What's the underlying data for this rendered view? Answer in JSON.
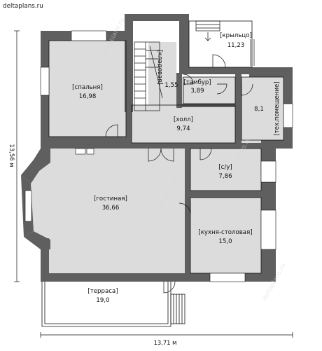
{
  "site": {
    "label": "deltaplans.ru"
  },
  "watermark": {
    "text": "deltaplans.ru"
  },
  "dimensions": {
    "width": "13,71 м",
    "height": "13,56 м"
  },
  "rooms": {
    "porch": {
      "name": "[крыльцо]",
      "area": "11,23",
      "fill": "#ffffff"
    },
    "bedroom": {
      "name": "[спальня]",
      "area": "16,98",
      "fill": "#dcdcdc"
    },
    "storage": {
      "name": "[кладовая]",
      "area": "1,55",
      "fill": "#dcdcdc"
    },
    "vestibule": {
      "name": "[тамбур]",
      "area": "3,89",
      "fill": "#dcdcdc"
    },
    "tech": {
      "name": "[тех.помещение]",
      "area": "8,1",
      "fill": "#dcdcdc"
    },
    "hall": {
      "name": "[холл]",
      "area": "9,74",
      "fill": "#dcdcdc"
    },
    "bathroom": {
      "name": "[с/у]",
      "area": "7,86",
      "fill": "#dcdcdc"
    },
    "living": {
      "name": "[гостиная]",
      "area": "36,66",
      "fill": "#dcdcdc"
    },
    "kitchen": {
      "name": "[кухня-столовая]",
      "area": "15,0",
      "fill": "#dcdcdc"
    },
    "terrace": {
      "name": "[терраса]",
      "area": "19,0",
      "fill": "#ffffff"
    }
  },
  "colors": {
    "wall": "#5f5f5f",
    "room_fill": "#dcdcdc",
    "line": "#111111"
  }
}
